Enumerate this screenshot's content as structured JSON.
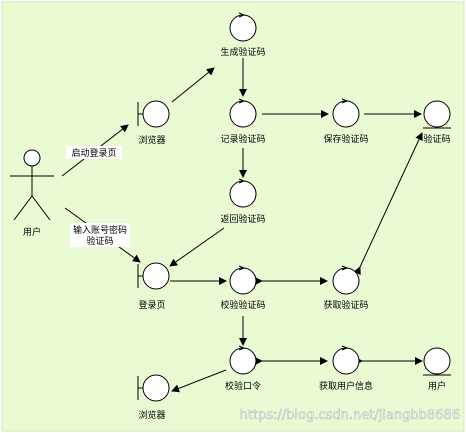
{
  "nodes": {
    "user_actor": "用户",
    "browser_top": "浏览器",
    "generate_code": "生成验证码",
    "record_code": "记录验证码",
    "save_code": "保存验证码",
    "code_entity_top": "验证码",
    "return_code": "返回验证码",
    "login_page": "登录页",
    "verify_code": "校验验证码",
    "fetch_code": "获取验证码",
    "verify_password": "校验口令",
    "fetch_user_info": "获取用户信息",
    "user_entity": "用户",
    "browser_bottom": "浏览器"
  },
  "edge_labels": {
    "start_login_page": "启动登录页",
    "input_line1": "输入账号密码",
    "input_line2": "验证码"
  },
  "watermark": "https://blog.csdn.net/jiangbb8686",
  "colors": {
    "background": "#eafbd4",
    "shape_fill": "#ffffff",
    "stroke": "#000000"
  }
}
